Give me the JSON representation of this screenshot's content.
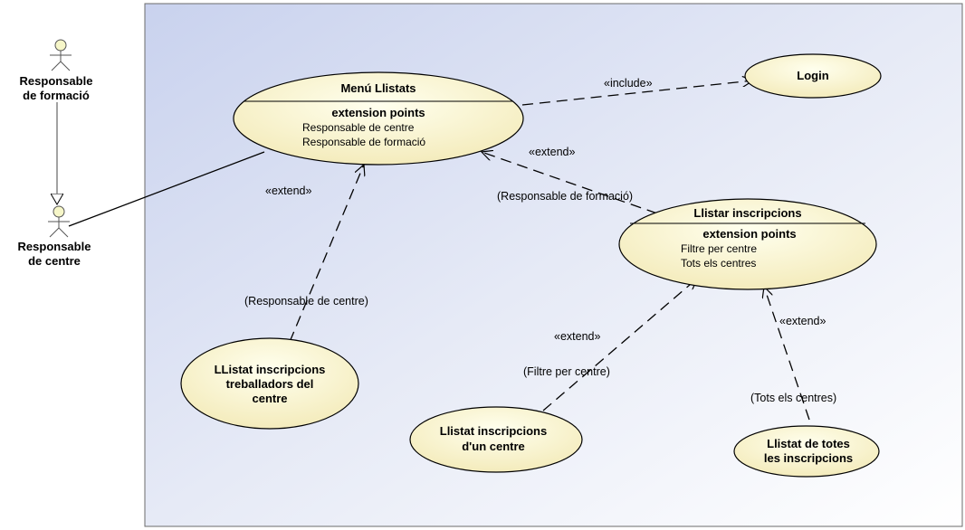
{
  "actors": [
    {
      "id": "resp-formacio",
      "label_lines": [
        "Responsable",
        "de formació"
      ]
    },
    {
      "id": "resp-centre",
      "label_lines": [
        "Responsable",
        "de centre"
      ]
    }
  ],
  "use_cases": {
    "menu": {
      "title": "Menú Llistats",
      "ext_header": "extension points",
      "ext_points": [
        "Responsable de centre",
        "Responsable de formació"
      ]
    },
    "login": {
      "title": "Login"
    },
    "llistar": {
      "title": "Llistar inscripcions",
      "ext_header": "extension points",
      "ext_points": [
        "Filtre per centre",
        "Tots els centres"
      ]
    },
    "treballadors": {
      "title_lines": [
        "LListat inscripcions",
        "treballadors del",
        "centre"
      ]
    },
    "un_centre": {
      "title_lines": [
        "Llistat inscripcions",
        "d'un centre"
      ]
    },
    "totes": {
      "title_lines": [
        "Llistat de totes",
        "les inscripcions"
      ]
    }
  },
  "relations": {
    "include": "«include»",
    "extend": "«extend»",
    "cond_formacio": "(Responsable de formació)",
    "cond_centre": "(Responsable de centre)",
    "cond_filtre": "(Filtre per centre)",
    "cond_tots": "(Tots els centres)"
  }
}
